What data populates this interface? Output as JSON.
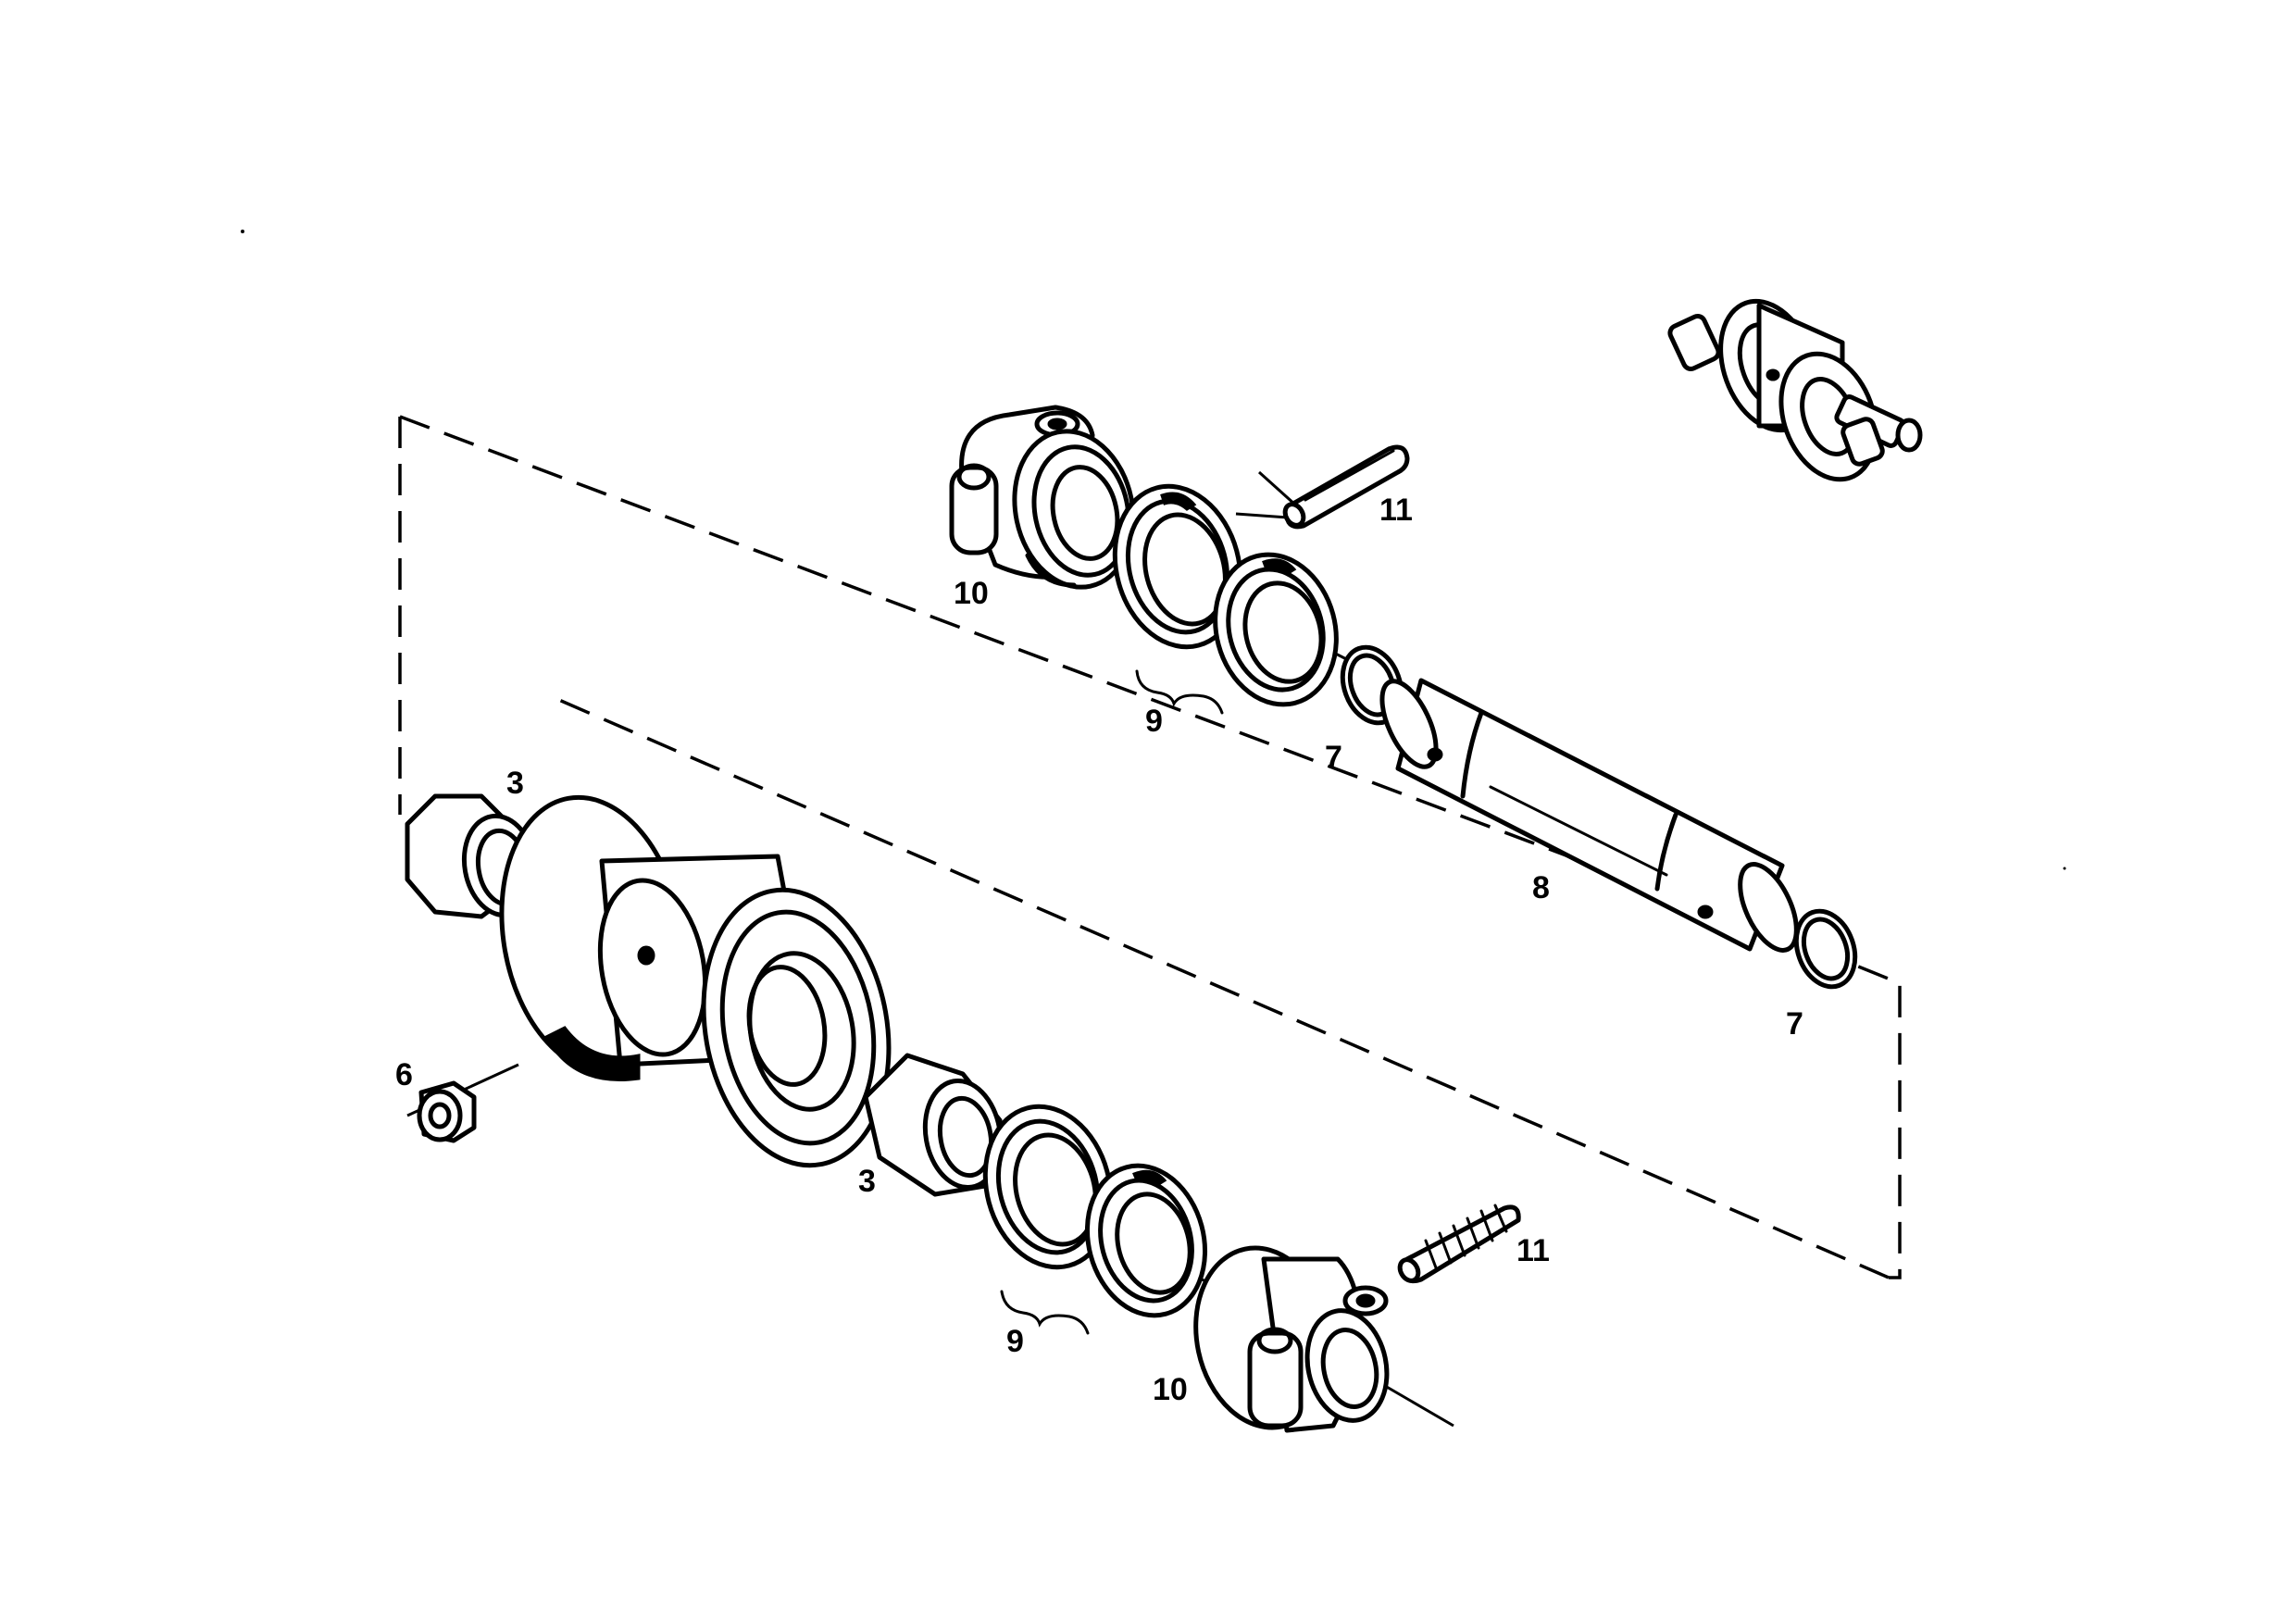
{
  "diagram": {
    "background": "#ffffff",
    "ink_color": "#000000",
    "callouts": [
      {
        "id": "c-3-top",
        "text": "3"
      },
      {
        "id": "c-3-bottom",
        "text": "3"
      },
      {
        "id": "c-6",
        "text": "6"
      },
      {
        "id": "c-7-top",
        "text": "7"
      },
      {
        "id": "c-7-bottom",
        "text": "7"
      },
      {
        "id": "c-8",
        "text": "8"
      },
      {
        "id": "c-9-top",
        "text": "9"
      },
      {
        "id": "c-9-bottom",
        "text": "9"
      },
      {
        "id": "c-10-top",
        "text": "10"
      },
      {
        "id": "c-10-bottom",
        "text": "10"
      },
      {
        "id": "c-11-top",
        "text": "11"
      },
      {
        "id": "c-11-bottom",
        "text": "11"
      }
    ]
  }
}
